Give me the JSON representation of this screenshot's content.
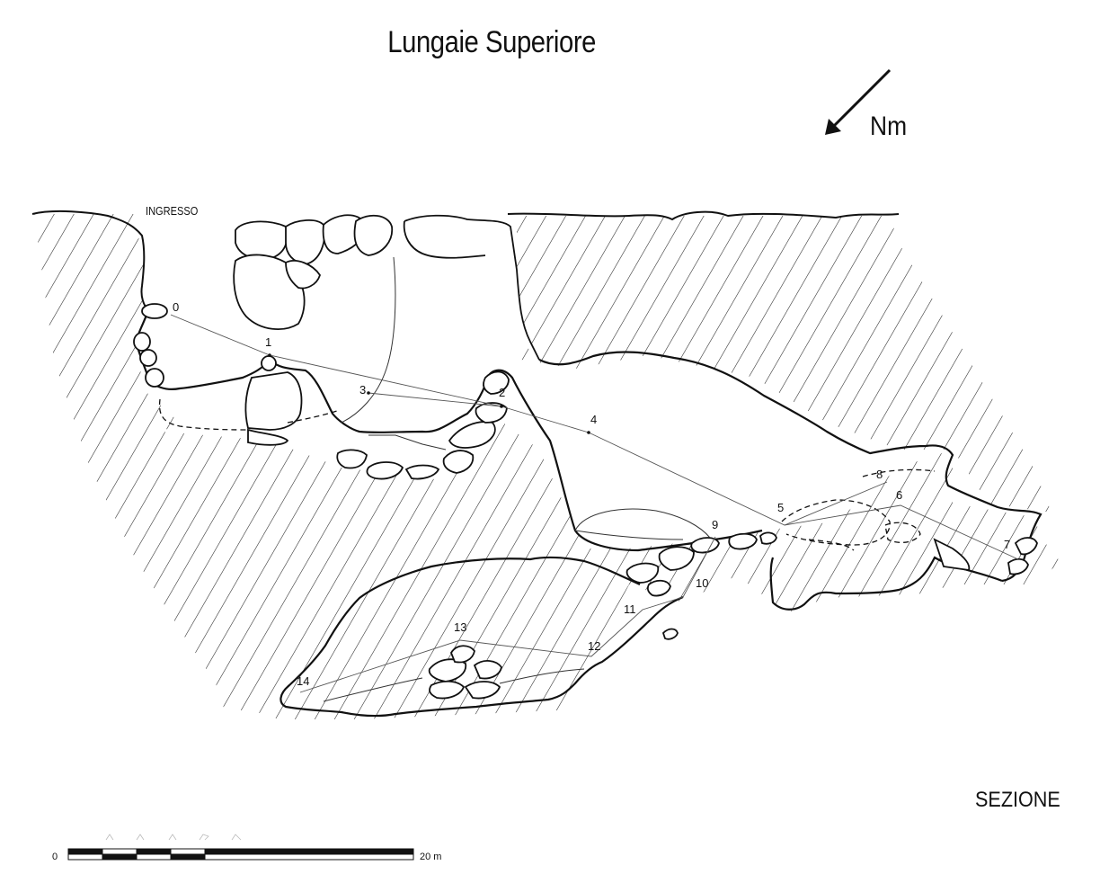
{
  "title": "Lungaie Superiore",
  "north_label": "Nm",
  "section_label": "SEZIONE",
  "entrance_label": "INGRESSO",
  "scale_bar": {
    "start_label": "0",
    "end_label": "20 m"
  },
  "survey_stations": [
    "0",
    "1",
    "2",
    "3",
    "4",
    "5",
    "6",
    "7",
    "8",
    "9",
    "10",
    "11",
    "12",
    "13",
    "14"
  ]
}
